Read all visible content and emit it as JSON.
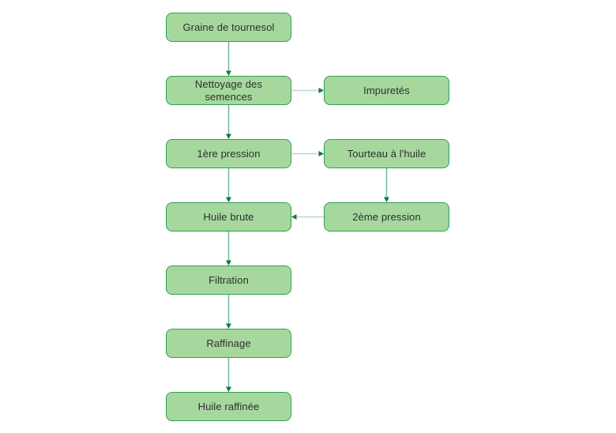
{
  "diagram": {
    "nodes": {
      "graine": {
        "label": "Graine de tournesol"
      },
      "nettoyage": {
        "label": "Nettoyage des\nsemences"
      },
      "impuretes": {
        "label": "Impuretés"
      },
      "pression1": {
        "label": "1ère pression"
      },
      "tourteau": {
        "label": "Tourteau à l'huile"
      },
      "huile_brute": {
        "label": "Huile brute"
      },
      "pression2": {
        "label": "2ème pression"
      },
      "filtration": {
        "label": "Filtration"
      },
      "raffinage": {
        "label": "Raffinage"
      },
      "huile_raffinee": {
        "label": "Huile raffinée"
      }
    },
    "edges": [
      {
        "from": "graine",
        "to": "nettoyage",
        "direction": "down"
      },
      {
        "from": "nettoyage",
        "to": "impuretes",
        "direction": "right"
      },
      {
        "from": "nettoyage",
        "to": "pression1",
        "direction": "down"
      },
      {
        "from": "pression1",
        "to": "tourteau",
        "direction": "right"
      },
      {
        "from": "pression1",
        "to": "huile_brute",
        "direction": "down"
      },
      {
        "from": "tourteau",
        "to": "pression2",
        "direction": "down"
      },
      {
        "from": "pression2",
        "to": "huile_brute",
        "direction": "left"
      },
      {
        "from": "huile_brute",
        "to": "filtration",
        "direction": "down"
      },
      {
        "from": "filtration",
        "to": "raffinage",
        "direction": "down"
      },
      {
        "from": "raffinage",
        "to": "huile_raffinee",
        "direction": "down"
      }
    ],
    "colors": {
      "node_fill": "#a6d89e",
      "node_border": "#2f9e58",
      "text": "#2e2e2e",
      "line_vertical": "#6cbc92",
      "line_horizontal": "#bcdcc6",
      "arrowhead": "#0e7c42",
      "background": "#ffffff"
    }
  }
}
